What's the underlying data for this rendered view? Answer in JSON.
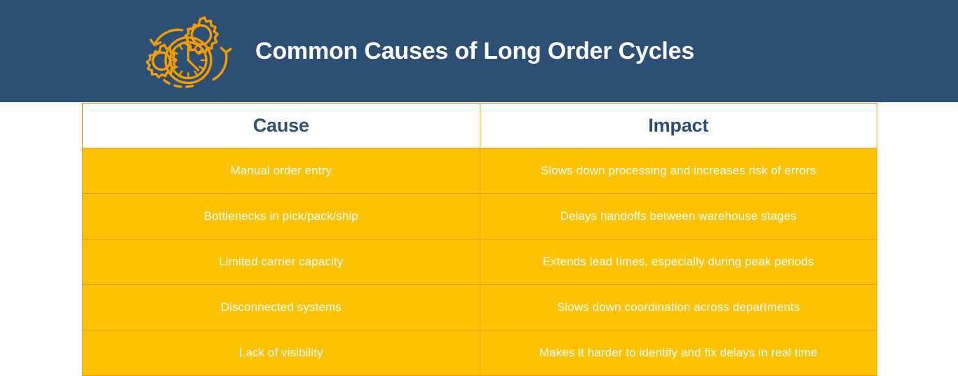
{
  "header": {
    "title": "Common Causes of Long Order Cycles",
    "icon": "gears-clock-icon",
    "background_color": "#2d4f74",
    "title_color": "#ffffff",
    "icon_color": "#f59c00"
  },
  "table": {
    "columns": [
      "Cause",
      "Impact"
    ],
    "header_text_color": "#2d4f74",
    "header_background": "#ffffff",
    "cell_background": "#fdc300",
    "cell_text_color": "#ffffff",
    "border_color": "#f5a01e",
    "rows": [
      {
        "cause": "Manual order entry",
        "impact": "Slows down processing and increases risk of errors"
      },
      {
        "cause": "Bottlenecks in pick/pack/ship",
        "impact": "Delays handoffs between warehouse stages"
      },
      {
        "cause": "Limited carrier capacity",
        "impact": "Extends lead times, especially during peak periods"
      },
      {
        "cause": "Disconnected systems",
        "impact": "Slows down coordination across departments"
      },
      {
        "cause": "Lack of visibility",
        "impact": "Makes it harder to identify and fix delays in real time"
      }
    ]
  }
}
